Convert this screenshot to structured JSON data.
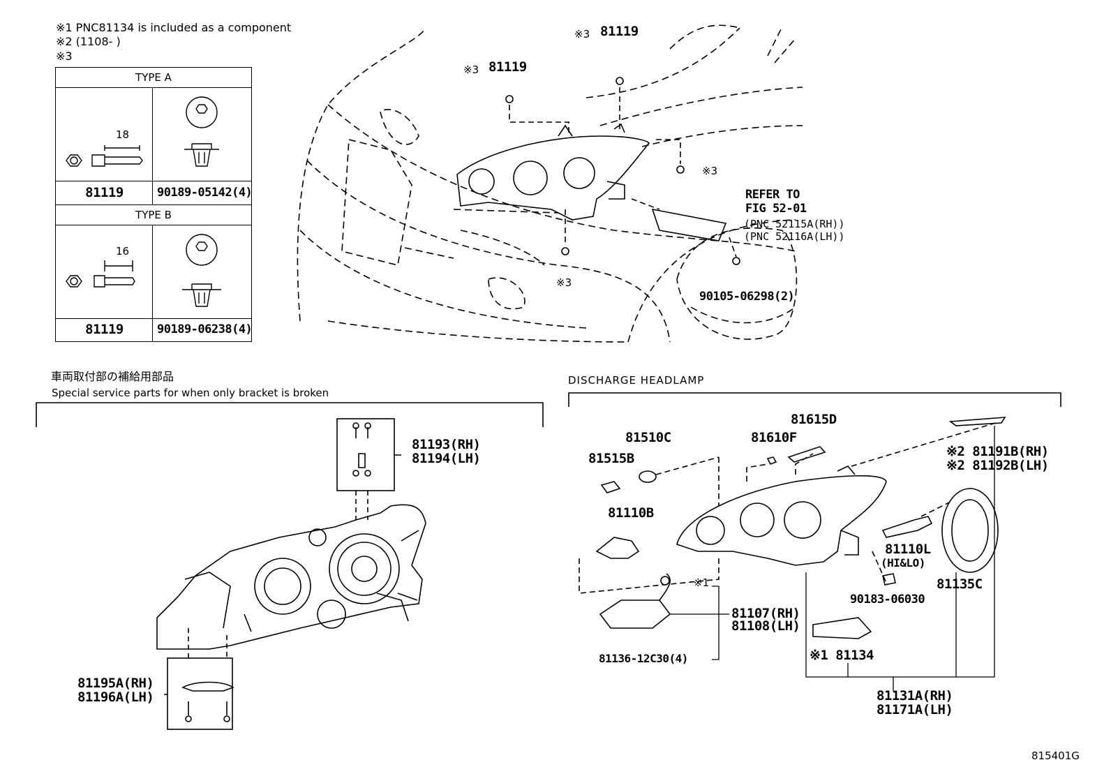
{
  "notes": {
    "n1": "※1 PNC81134 is included as a component",
    "n2": "※2 (1108-      )",
    "n3": "※3"
  },
  "type_table": {
    "type_a": {
      "header": "TYPE A",
      "dim": "18",
      "part_left": "81119",
      "part_right": "90189-05142(4)"
    },
    "type_b": {
      "header": "TYPE B",
      "dim": "16",
      "part_left": "81119",
      "part_right": "90189-06238(4)"
    }
  },
  "top_diagram": {
    "label_81119_a": "81119",
    "label_81119_b": "81119",
    "mark_a": "※3",
    "mark_b": "※3",
    "mark_c": "※3",
    "mark_d": "※3",
    "refer_line1": "REFER TO",
    "refer_line2": "FIG 52-01",
    "refer_line3": "(PNC 52115A(RH))",
    "refer_line4": "(PNC 52116A(LH))",
    "bolt": "90105-06298(2)"
  },
  "service_parts": {
    "title_jp": "車両取付部の補給用部品",
    "title_en": "Special service parts for when only bracket is broken",
    "p81193": "81193(RH)",
    "p81194": "81194(LH)",
    "p81195": "81195A(RH)",
    "p81196": "81196A(LH)"
  },
  "discharge": {
    "title": "DISCHARGE HEADLAMP",
    "p81615": "81615D",
    "p81610": "81610F",
    "p81510": "81510C",
    "p81515": "81515B",
    "p81110b": "81110B",
    "p81191": "※2 81191B(RH)",
    "p81192": "※2 81192B(LH)",
    "p81110l": "81110L",
    "hilo": "(HI&LO)",
    "p81135": "81135C",
    "p90183": "90183-06030",
    "mark1": "※1",
    "p81107": "81107(RH)",
    "p81108": "81108(LH)",
    "p81136": "81136-12C30(4)",
    "p81134": "※1 81134",
    "p81131": "81131A(RH)",
    "p81171": "81171A(LH)"
  },
  "figure_id": "815401G"
}
